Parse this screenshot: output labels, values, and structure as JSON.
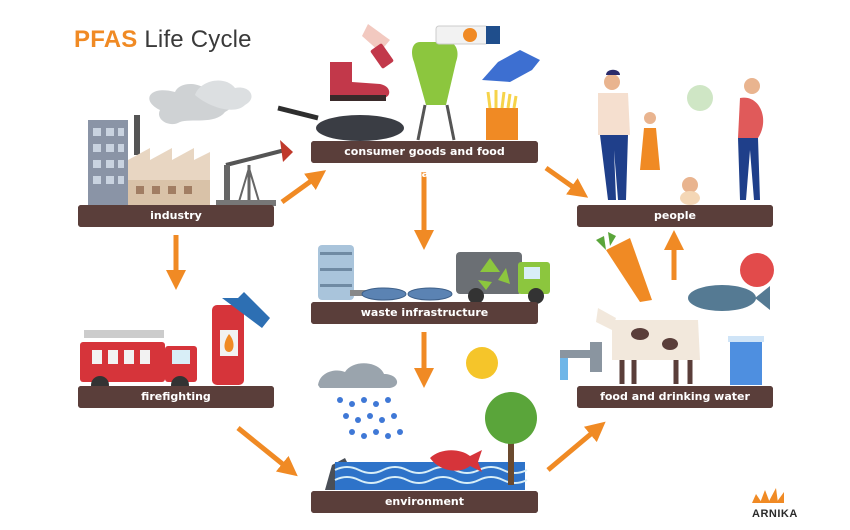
{
  "title": {
    "accent": "PFAS",
    "rest": "Life Cycle"
  },
  "stages": {
    "industry": "industry",
    "consumer": "consumer goods and food packaging",
    "people": "people",
    "waste": "waste infrastructure",
    "firefighting": "firefighting",
    "food": "food and drinking water",
    "environment": "environment"
  },
  "brand": {
    "name": "ARNIKA"
  },
  "colors": {
    "arrow": "#f08a24",
    "label_bg": "#5a3e3a",
    "title_accent": "#f08a24"
  }
}
